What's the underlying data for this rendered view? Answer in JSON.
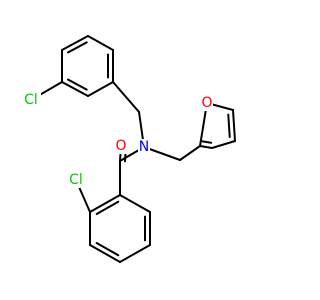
{
  "molecule": {
    "atoms": {
      "cl_top": {
        "symbol": "Cl",
        "color": "#00cc00"
      },
      "cl_bottom": {
        "symbol": "Cl",
        "color": "#00cc00"
      },
      "o_carbonyl": {
        "symbol": "O",
        "color": "#ff0000"
      },
      "n_amide": {
        "symbol": "N",
        "color": "#0000ff"
      },
      "o_furan": {
        "symbol": "O",
        "color": "#ff0000"
      }
    },
    "bond_color": "#000000"
  }
}
